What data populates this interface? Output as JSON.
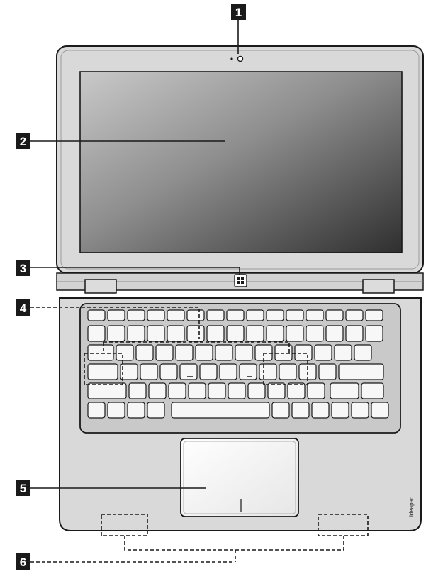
{
  "callouts": [
    {
      "label": "1",
      "target": "camera"
    },
    {
      "label": "2",
      "target": "display"
    },
    {
      "label": "3",
      "target": "windows-button"
    },
    {
      "label": "4",
      "target": "keyboard"
    },
    {
      "label": "5",
      "target": "touchpad"
    },
    {
      "label": "6",
      "target": "speakers"
    }
  ],
  "brand": {
    "logo_text": "ideapad"
  },
  "colors": {
    "callout_box": "#1a1a1a",
    "outline": "#1a1a1a",
    "body_fill": "#d7d7d7",
    "screen_dark": "#3a3a3a",
    "screen_light": "#c8c8c8"
  }
}
